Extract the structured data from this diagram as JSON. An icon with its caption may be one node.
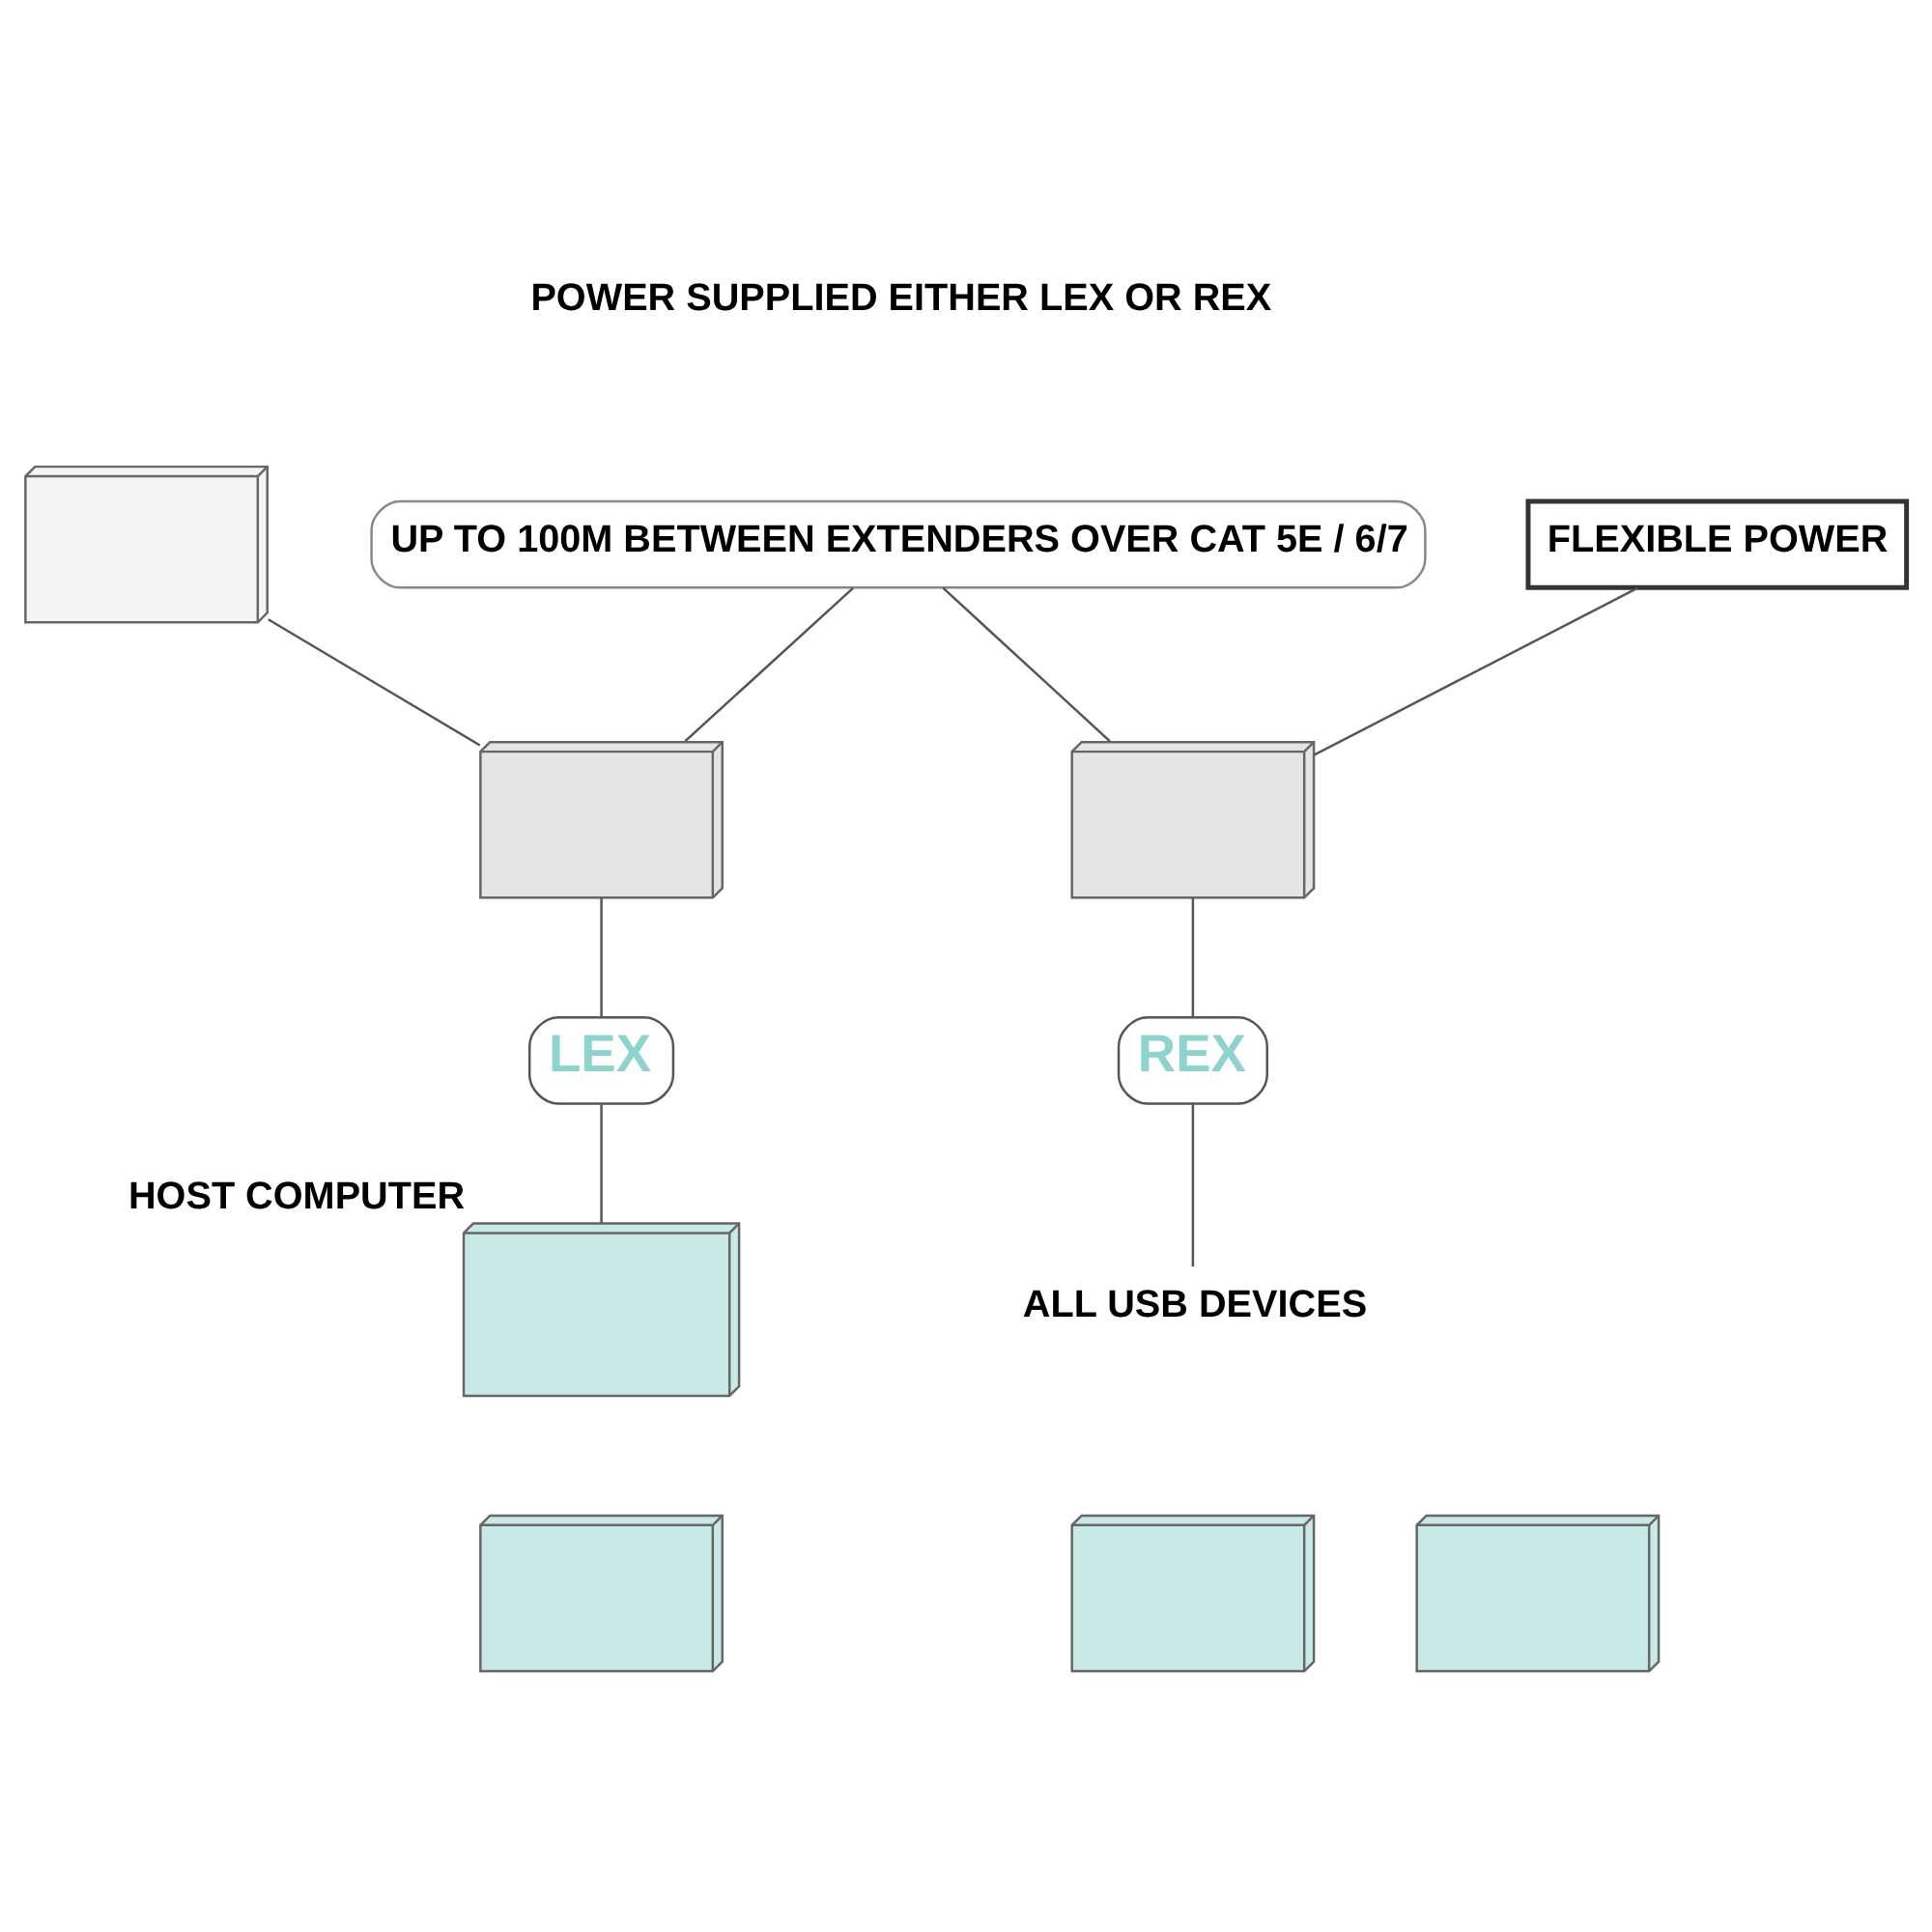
{
  "diagram": {
    "nodes": [
      {
        "text": [],
        "shape": "picture"
      },
      {
        "text": [
          "FLEXIBLE POWER"
        ]
      },
      {
        "text": [
          "UP TO 100M BETWEEN EXTENDERS OVER CAT 5E / 6/7"
        ]
      },
      {
        "text": [],
        "shape": "picture"
      },
      {
        "text": [],
        "shape": "picture"
      },
      {
        "text": [],
        "shape": "picture",
        "beside": [
          "HOST COMPUTER"
        ]
      },
      {
        "text": [
          "LEX"
        ]
      },
      {
        "text": [
          "REX"
        ]
      },
      {
        "text": [
          "ALL USB DEVICES"
        ]
      },
      {
        "text": [],
        "shape": "picture"
      },
      {
        "text": [],
        "shape": "picture"
      },
      {
        "text": [],
        "shape": "picture"
      }
    ],
    "edges": [
      {
        "from": 0,
        "to": 3,
        "arrow": "none"
      },
      {
        "from": 2,
        "to": 3,
        "arrow": "none"
      },
      {
        "from": 2,
        "to": 4,
        "arrow": "none"
      },
      {
        "from": 1,
        "to": 4,
        "arrow": "none"
      },
      {
        "from": 3,
        "to": 6,
        "arrow": "none"
      },
      {
        "from": 6,
        "to": 5,
        "arrow": "none"
      },
      {
        "from": 4,
        "to": 7,
        "arrow": "none"
      },
      {
        "from": 7,
        "to": 8,
        "arrow": "none"
      }
    ],
    "labels": [
      "POWER SUPPLIED EITHER LEX OR REX"
    ]
  }
}
